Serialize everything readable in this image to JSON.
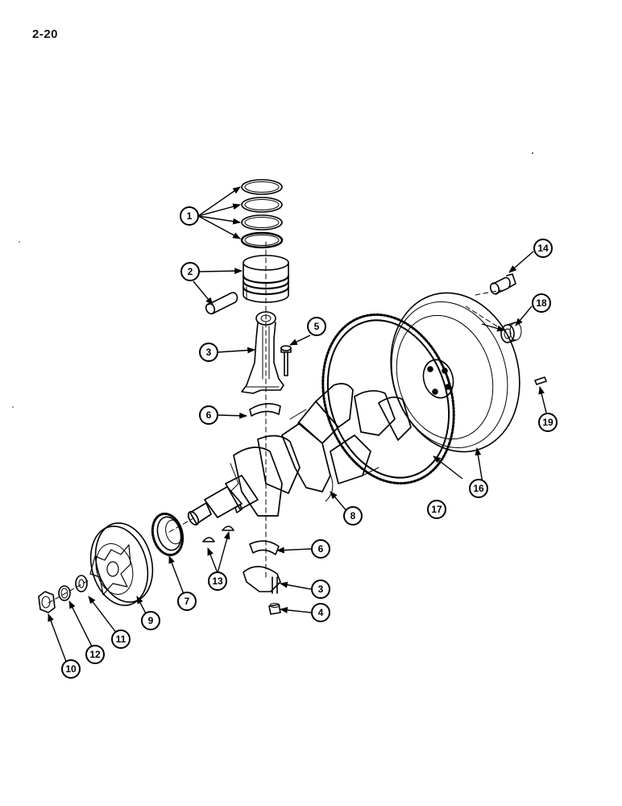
{
  "page": {
    "number": "2-20"
  },
  "callouts": [
    {
      "id": "c1",
      "label": "1"
    },
    {
      "id": "c2",
      "label": "2"
    },
    {
      "id": "c3a",
      "label": "3"
    },
    {
      "id": "c5",
      "label": "5"
    },
    {
      "id": "c6a",
      "label": "6"
    },
    {
      "id": "c14",
      "label": "14"
    },
    {
      "id": "c18",
      "label": "18"
    },
    {
      "id": "c19",
      "label": "19"
    },
    {
      "id": "c16",
      "label": "16"
    },
    {
      "id": "c17",
      "label": "17"
    },
    {
      "id": "c8",
      "label": "8"
    },
    {
      "id": "c6b",
      "label": "6"
    },
    {
      "id": "c3b",
      "label": "3"
    },
    {
      "id": "c4",
      "label": "4"
    },
    {
      "id": "c13",
      "label": "13"
    },
    {
      "id": "c7",
      "label": "7"
    },
    {
      "id": "c9",
      "label": "9"
    },
    {
      "id": "c11",
      "label": "11"
    },
    {
      "id": "c12",
      "label": "12"
    },
    {
      "id": "c10",
      "label": "10"
    }
  ],
  "colors": {
    "ink": "#000000",
    "paper": "#ffffff"
  }
}
